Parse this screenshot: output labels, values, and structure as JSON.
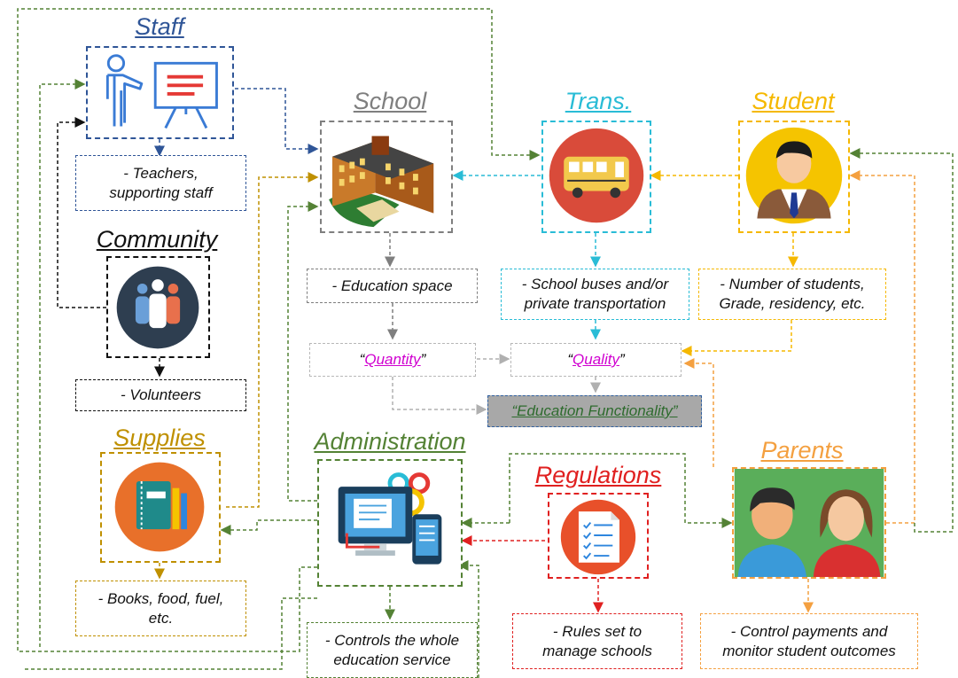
{
  "nodes": {
    "staff": {
      "title": "Staff",
      "desc_lines": [
        "- Teachers,",
        "supporting staff"
      ]
    },
    "community": {
      "title": "Community",
      "desc": "- Volunteers"
    },
    "supplies": {
      "title": "Supplies",
      "desc_lines": [
        "- Books, food, fuel,",
        "etc."
      ]
    },
    "school": {
      "title": "School",
      "desc": "- Education space"
    },
    "trans": {
      "title": "Trans.",
      "desc_lines": [
        "- School buses and/or",
        "private transportation"
      ]
    },
    "student": {
      "title": "Student",
      "desc_lines": [
        "- Number of students,",
        "Grade, residency, etc."
      ]
    },
    "administration": {
      "title": "Administration",
      "desc_lines": [
        "- Controls the whole",
        "education service"
      ]
    },
    "regulations": {
      "title": "Regulations",
      "desc_lines": [
        "- Rules set to",
        "manage schools"
      ]
    },
    "parents": {
      "title": "Parents",
      "desc_lines": [
        "- Control payments and",
        "monitor student outcomes"
      ]
    }
  },
  "quantity_label": "Quantity",
  "quality_label": "Quality",
  "functionality_label": "“Education Functionality”",
  "quote_open": "“",
  "quote_close": "”",
  "colors": {
    "staff": "#2f5597",
    "community": "#111111",
    "supplies": "#bf9000",
    "school": "#7f7f7f",
    "trans": "#29bcd6",
    "student": "#f5b800",
    "administration": "#548235",
    "regulations": "#e02020",
    "parents": "#f4a040",
    "link": "#d000d0"
  }
}
